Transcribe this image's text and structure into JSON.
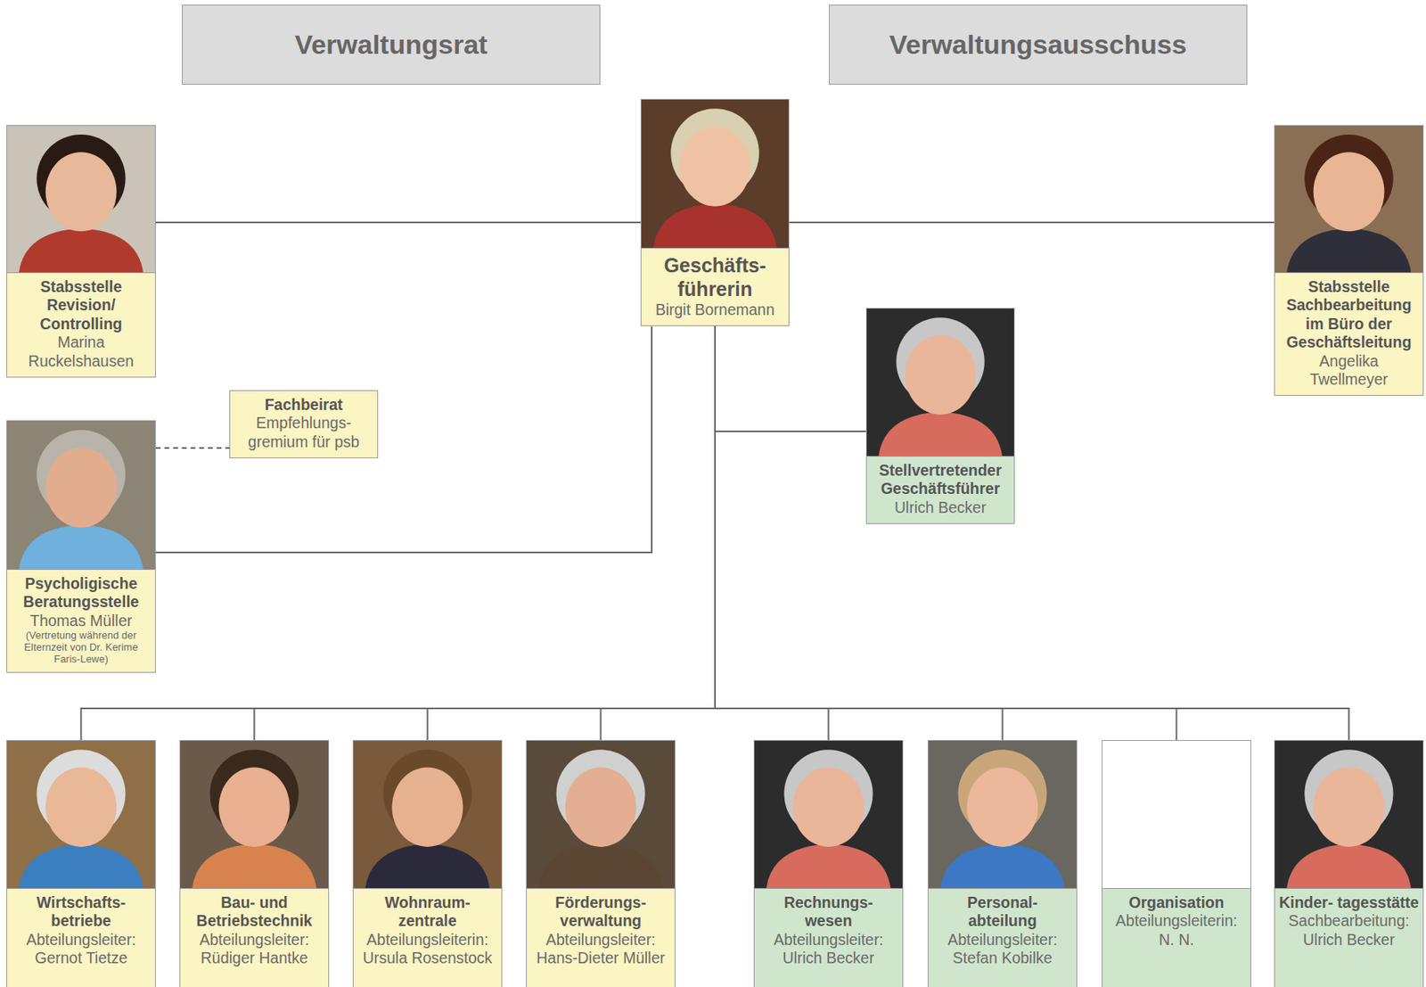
{
  "diagram": {
    "nodes": [
      {
        "text": [
          "Verwaltungsrat"
        ]
      },
      {
        "text": [
          "Verwaltungsausschuss"
        ]
      },
      {
        "text": [
          "Stabsstelle Revision/ Controlling",
          "Marina Ruckelshausen"
        ]
      },
      {
        "text": [
          "Geschäfts- führerin",
          "Birgit Bornemann"
        ]
      },
      {
        "text": [
          "Stabsstelle Sachbearbeitung im Büro der Geschäftsleitung",
          "Angelika Twellmeyer"
        ]
      },
      {
        "text": [
          "Stellvertretender Geschäftsführer",
          "Ulrich Becker"
        ]
      },
      {
        "text": [
          "Fachbeirat",
          "Empfehlungs- gremium für psb"
        ]
      },
      {
        "text": [
          "Psycholigische Beratungsstelle",
          "Thomas Müller",
          "(Vertretung während der Elternzeit von Dr. Kerime Faris-Lewe)"
        ]
      },
      {
        "text": [
          "Wirtschafts- betriebe",
          "Abteilungsleiter:",
          "Gernot Tietze"
        ]
      },
      {
        "text": [
          "Bau- und Betriebstechnik",
          "Abteilungsleiter:",
          "Rüdiger Hantke"
        ]
      },
      {
        "text": [
          "Wohnraum- zentrale",
          "Abteilungsleiterin:",
          "Ursula Rosenstock"
        ]
      },
      {
        "text": [
          "Förderungs- verwaltung",
          "Abteilungsleiter:",
          "Hans-Dieter Müller"
        ]
      },
      {
        "text": [
          "Rechnungs- wesen",
          "Abteilungsleiter:",
          "Ulrich Becker"
        ]
      },
      {
        "text": [
          "Personal- abteilung",
          "Abteilungsleiter:",
          "Stefan Kobilke"
        ]
      },
      {
        "text": [
          "Organisation",
          "Abteilungsleiterin:",
          "N. N."
        ]
      },
      {
        "text": [
          "Kinder- tagesstätte",
          "Sachbearbeitung:",
          "Ulrich Becker"
        ]
      }
    ],
    "edges": [
      {
        "from": 3,
        "to": 2,
        "arrow": "none"
      },
      {
        "from": 3,
        "to": 4,
        "arrow": "none"
      },
      {
        "from": 3,
        "to": 5,
        "arrow": "none"
      },
      {
        "from": 3,
        "to": 7,
        "arrow": "none"
      },
      {
        "from": 7,
        "to": 6,
        "arrow": "none"
      },
      {
        "from": 3,
        "to": 8,
        "arrow": "none"
      },
      {
        "from": 3,
        "to": 9,
        "arrow": "none"
      },
      {
        "from": 3,
        "to": 10,
        "arrow": "none"
      },
      {
        "from": 3,
        "to": 11,
        "arrow": "none"
      },
      {
        "from": 3,
        "to": 12,
        "arrow": "none"
      },
      {
        "from": 3,
        "to": 13,
        "arrow": "none"
      },
      {
        "from": 3,
        "to": 14,
        "arrow": "none"
      },
      {
        "from": 3,
        "to": 15,
        "arrow": "none"
      }
    ]
  }
}
